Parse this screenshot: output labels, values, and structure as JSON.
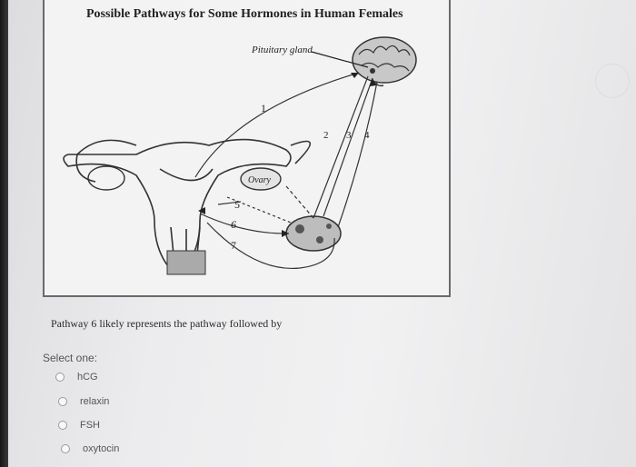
{
  "figure": {
    "title": "Possible Pathways for Some Hormones in Human Females",
    "pituitary_label": "Pituitary gland",
    "ovary_label": "Ovary",
    "pathway_numbers": [
      "1",
      "2",
      "3",
      "4",
      "5",
      "6",
      "7"
    ]
  },
  "question": {
    "text": "Pathway 6 likely represents the pathway followed by",
    "select_label": "Select one:",
    "options": [
      {
        "label": "hCG",
        "selected": false
      },
      {
        "label": "relaxin",
        "selected": false
      },
      {
        "label": "FSH",
        "selected": false
      },
      {
        "label": "oxytocin",
        "selected": false
      }
    ]
  },
  "colors": {
    "background": "#e9e9ea",
    "ink": "#222222",
    "radio_border": "#9a9a9a"
  }
}
